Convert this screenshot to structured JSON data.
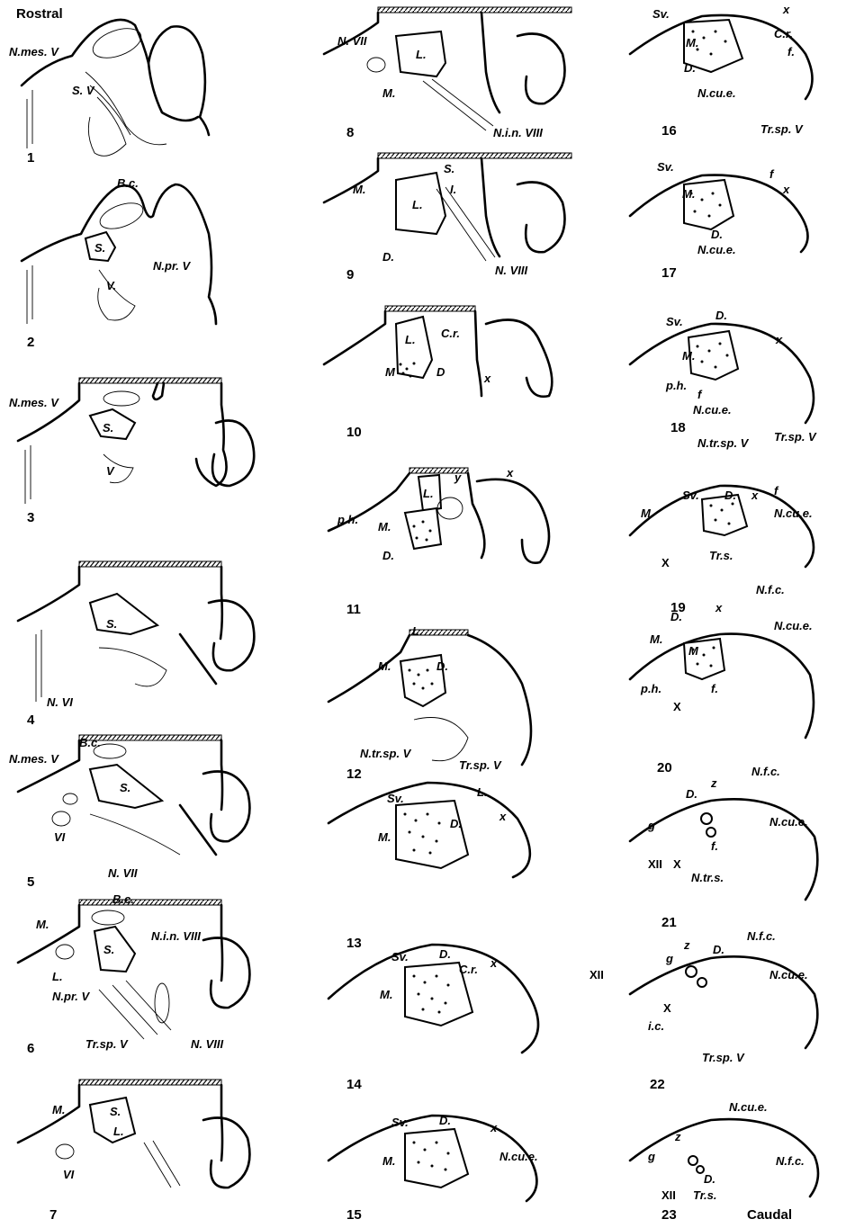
{
  "corner_labels": {
    "top_left": "Rostral",
    "bottom_right": "Caudal"
  },
  "sections": [
    {
      "number": "1",
      "labels": [
        "N.mes. V",
        "S. V"
      ]
    },
    {
      "number": "2",
      "labels": [
        "B.c.",
        "S.",
        "V.",
        "N.pr. V"
      ]
    },
    {
      "number": "3",
      "labels": [
        "N.mes. V",
        "S.",
        "V"
      ]
    },
    {
      "number": "4",
      "labels": [
        "S.",
        "N. VI"
      ]
    },
    {
      "number": "5",
      "labels": [
        "B.c.",
        "N.mes. V",
        "S.",
        "VI",
        "N. VII"
      ]
    },
    {
      "number": "6",
      "labels": [
        "B.c.",
        "M.",
        "S.",
        "N.i.n. VIII",
        "L.",
        "N.pr. V",
        "Tr.sp. V",
        "N. VIII"
      ]
    },
    {
      "number": "7",
      "labels": [
        "M.",
        "S.",
        "L.",
        "VI"
      ]
    },
    {
      "number": "8",
      "labels": [
        "N. VII",
        "L.",
        "M.",
        "N.i.n. VIII"
      ]
    },
    {
      "number": "9",
      "labels": [
        "M.",
        "S.",
        "I.",
        "L.",
        "D.",
        "N. VIII"
      ]
    },
    {
      "number": "10",
      "labels": [
        "L.",
        "C.r.",
        "M",
        "D",
        "x"
      ]
    },
    {
      "number": "11",
      "labels": [
        "y",
        "x",
        "L.",
        "p.h.",
        "M.",
        "D."
      ]
    },
    {
      "number": "12",
      "labels": [
        "L.",
        "M.",
        "D.",
        "N.tr.sp. V",
        "Tr.sp. V"
      ]
    },
    {
      "number": "13",
      "labels": [
        "Sv.",
        "L.",
        "D.",
        "x",
        "M."
      ]
    },
    {
      "number": "14",
      "labels": [
        "Sv.",
        "D.",
        "C.r.",
        "x",
        "M."
      ]
    },
    {
      "number": "15",
      "labels": [
        "Sv.",
        "D.",
        "x",
        "M.",
        "N.cu.e."
      ]
    },
    {
      "number": "16",
      "labels": [
        "Sv.",
        "x",
        "C.r.",
        "M.",
        "f.",
        "D.",
        "N.cu.e.",
        "Tr.sp. V"
      ]
    },
    {
      "number": "17",
      "labels": [
        "Sv.",
        "f",
        "x",
        "M.",
        "D.",
        "N.cu.e."
      ]
    },
    {
      "number": "18",
      "labels": [
        "Sv.",
        "D.",
        "x",
        "M.",
        "p.h.",
        "f",
        "N.cu.e.",
        "N.tr.sp. V",
        "Tr.sp. V"
      ]
    },
    {
      "number": "19",
      "labels": [
        "Sv.",
        "D.",
        "x",
        "f",
        "M.",
        "N.cu.e.",
        "X",
        "Tr.s."
      ]
    },
    {
      "number": "20",
      "labels": [
        "N.f.c.",
        "x",
        "D.",
        "M.",
        "M",
        "N.cu.e.",
        "p.h.",
        "f.",
        "X"
      ]
    },
    {
      "number": "21",
      "labels": [
        "z",
        "D.",
        "N.f.c.",
        "g",
        "N.cu.e.",
        "f.",
        "XII",
        "X",
        "N.tr.s."
      ]
    },
    {
      "number": "22",
      "labels": [
        "z",
        "D.",
        "N.f.c.",
        "g",
        "XII",
        "N.cu.e.",
        "X",
        "i.c.",
        "Tr.sp. V"
      ]
    },
    {
      "number": "23",
      "labels": [
        "N.cu.e.",
        "z",
        "g",
        "N.f.c.",
        "D.",
        "XII",
        "Tr.s."
      ]
    }
  ]
}
